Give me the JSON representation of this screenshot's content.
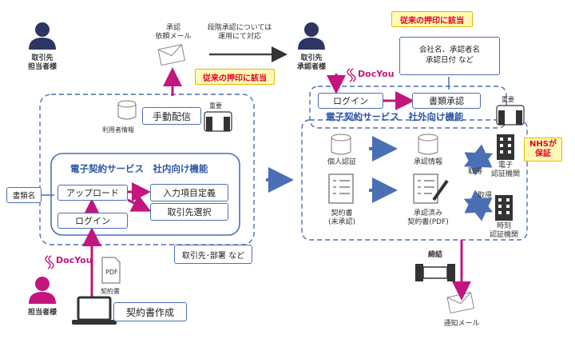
{
  "left": {
    "partner_person": "取引先\n担当者様",
    "mail_label": "承認\n依頼メール",
    "staged_note": "段階承認については\n運用にて対応",
    "red_tag": "従来の押印に該当",
    "manual_send": "手動配信",
    "user_info": "利用者情報",
    "seal_label": "重要",
    "service_title": "電子契約サービス　社内向け機能",
    "doc_name_tag": "書類名",
    "upload": "アップロード",
    "input_items": "入力項目定義",
    "login": "ログイン",
    "partner_select": "取引先選択",
    "partner_note": "取引先･部署 など",
    "docyou_logo": "DocYou",
    "pdf": "PDF",
    "contract_doc": "契約書",
    "create": "契約書作成",
    "person": "担当者様"
  },
  "right": {
    "approver_person": "取引先\n承認者様",
    "red_tag": "従来の押印に該当",
    "approval_note": "会社名、承認者名\n承認日付 など",
    "docyou_logo": "DocYou",
    "login": "ログイン",
    "doc_approve": "書類承認",
    "service_title": "電子契約サービス　社外向け機能",
    "seal_label": "重要",
    "personal_auth": "個人認証",
    "approval_info": "承認情報",
    "unapproved": "契約書\n(未承認)",
    "approved_pdf": "承認済み\n契約書(PDF)",
    "acquire1": "取得",
    "acquire2": "取得",
    "e_cert": "電子\n認証機関",
    "time_cert": "時刻\n認証機関",
    "nhs_tag": "NHSが\n保証",
    "conclude": "締結",
    "notify_mail": "通知メール"
  },
  "colors": {
    "accent_blue": "#4a6fb5",
    "arrow_red": "#c2167e",
    "person_navy": "#2d3563",
    "person_pink": "#c2167e",
    "tag_yellow": "#fff9b5",
    "tag_red": "#e0002a"
  }
}
